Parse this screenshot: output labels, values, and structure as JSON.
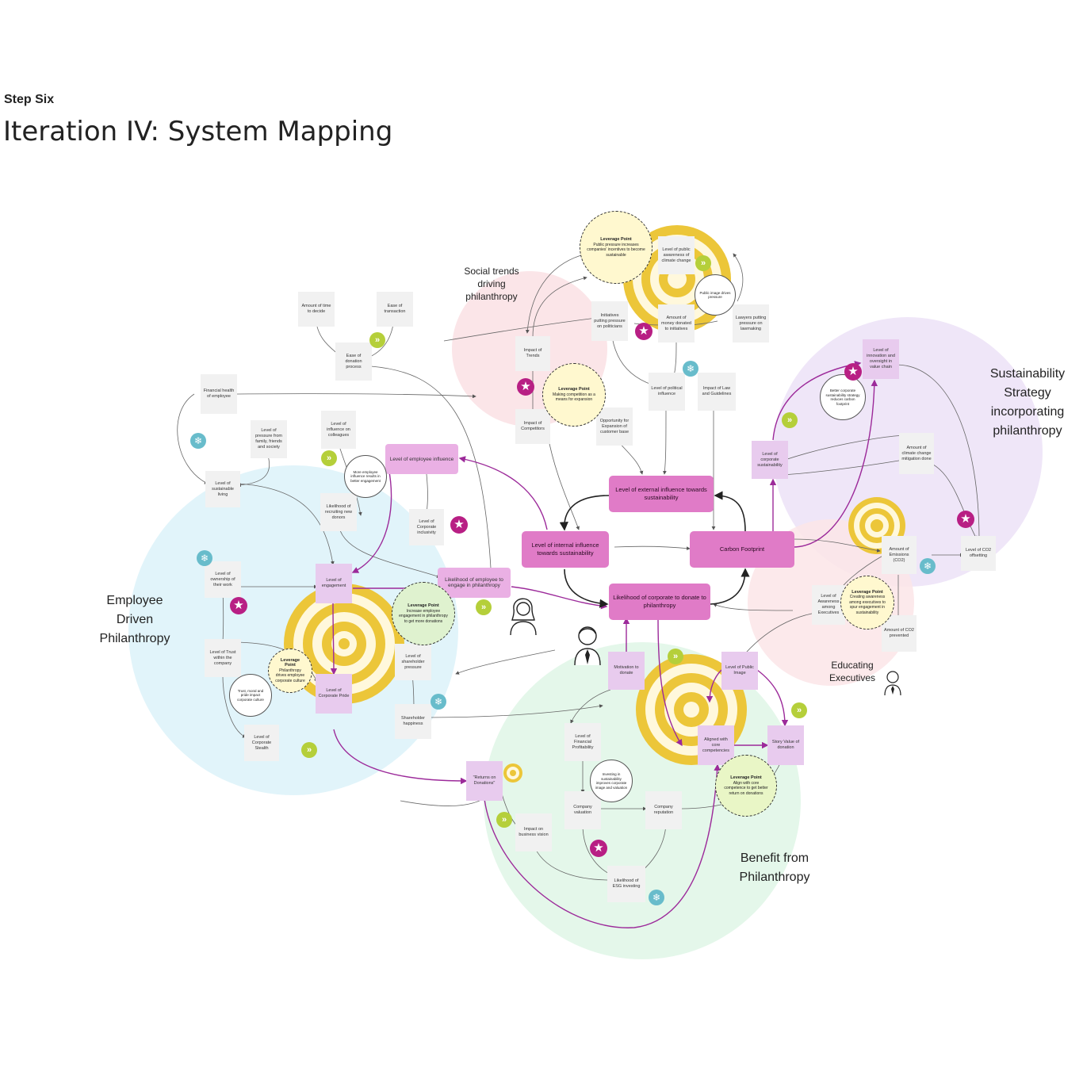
{
  "header": {
    "step": "Step Six",
    "title": "Iteration IV: System Mapping"
  },
  "zones": {
    "social": "Social trends driving philanthropy",
    "sustainability": "Sustainability Strategy incorporating philanthropy",
    "employee": "Employee Driven Philanthropy",
    "benefit": "Benefit from Philanthropy",
    "educating": "Educating Executives"
  },
  "colors": {
    "pink": "#e07bc7",
    "lilac": "#e8cbee",
    "blue_zone": "#e1f4fa",
    "green_zone": "#e4f7ea",
    "purple_zone": "#efe6f8",
    "rose_zone": "#fbe5e8",
    "target": "#ecc639",
    "star": "#b81f84",
    "chevron": "#b5cf3a",
    "snowflake": "#68bccb",
    "connector_purple": "#9c2a9a"
  },
  "nodes": {
    "n01": "Amount of time to decide",
    "n02": "Ease of transaction",
    "n03": "Ease of donation process",
    "n04": "Financial health of employee",
    "n05": "Level of pressure from family, friends and society",
    "n06": "Level of influence on colleagues",
    "n07": "Level of sustainable living",
    "n08": "Likelihood of recruiting new donors",
    "n09": "Level of Corporate inclusivity",
    "n10": "Level of ownership of their work",
    "n11": "Level of Trust within the company",
    "n12": "Level of Corporate Stealth",
    "n13": "Level of shareholder pressure",
    "n14": "Shareholder happiness",
    "n15": "Impact of Trends",
    "n16": "Impact of Competitors",
    "n17": "Opportunity for Expansion of customer base",
    "n18": "Initiatives putting pressure on politicians",
    "n19": "Level of public awareness of climate change",
    "n20": "Amount of money donated to initiatives",
    "n21": "Lawyers putting pressure on lawmaking",
    "n22": "Level of political influence",
    "n23": "Impact of Law and Guidelines",
    "n24": "Amount of climate change mitigation done",
    "n25": "Amount of Emissions (CO2)",
    "n26": "Level of CO2 offsetting",
    "n27": "Level of Awareness among Executives",
    "n28": "Amount of CO2 prevented",
    "n29": "Level of Financial Profitability",
    "n30": "Company valuation",
    "n31": "Company reputation",
    "n32": "Impact on business vision",
    "n33": "Likelihood of ESG investing",
    "l01": "Level of employee influence",
    "l02": "Level of engagement",
    "l03": "Level of Corporate Pride",
    "l04": "Likelihood of employee to engage in philanthropy",
    "l05": "Level of innovation and oversight in value chain",
    "l06": "Level of corporate sustainability",
    "l07": "Motivation to donate",
    "l08": "Level of Public Image",
    "l09": "Aligned with core competencies",
    "l10": "Story Value of donation",
    "l11": "\"Returns on Donations\"",
    "p1": "Level of external influence towards sustainability",
    "p2": "Level of internal influence towards sustainability",
    "p3": "Carbon Footprint",
    "p4": "Likelihood of corporate to donate to philanthropy"
  },
  "leverage": [
    {
      "head": "Leverage Point",
      "body": "Public pressure increases companies' incentives to become sustainable"
    },
    {
      "head": "Leverage Point",
      "body": "Making competition as a means for expansion"
    },
    {
      "head": "Leverage Point",
      "body": "Increase employee engagement in philanthropy to get more donations"
    },
    {
      "head": "Leverage Point",
      "body": "Philanthropy drives employee corporate culture"
    },
    {
      "head": "Leverage Point",
      "body": "Creating awareness among executives to spur engagement in sustainability"
    },
    {
      "head": "Leverage Point",
      "body": "Align with core competence to get better return on donations"
    }
  ],
  "notes": {
    "r1": "Public image drives pressure",
    "r2": "Better corporate sustainability strategy reduces carbon footprint",
    "r3": "More employee influence results in better engagement",
    "r4": "Trust, moral and pride impact corporate culture",
    "r5": "Investing in sustainability improves corporate image and valuation"
  },
  "icons": [
    "star-icon",
    "chevron-icon",
    "snowflake-icon",
    "target-icon",
    "person-icon"
  ]
}
